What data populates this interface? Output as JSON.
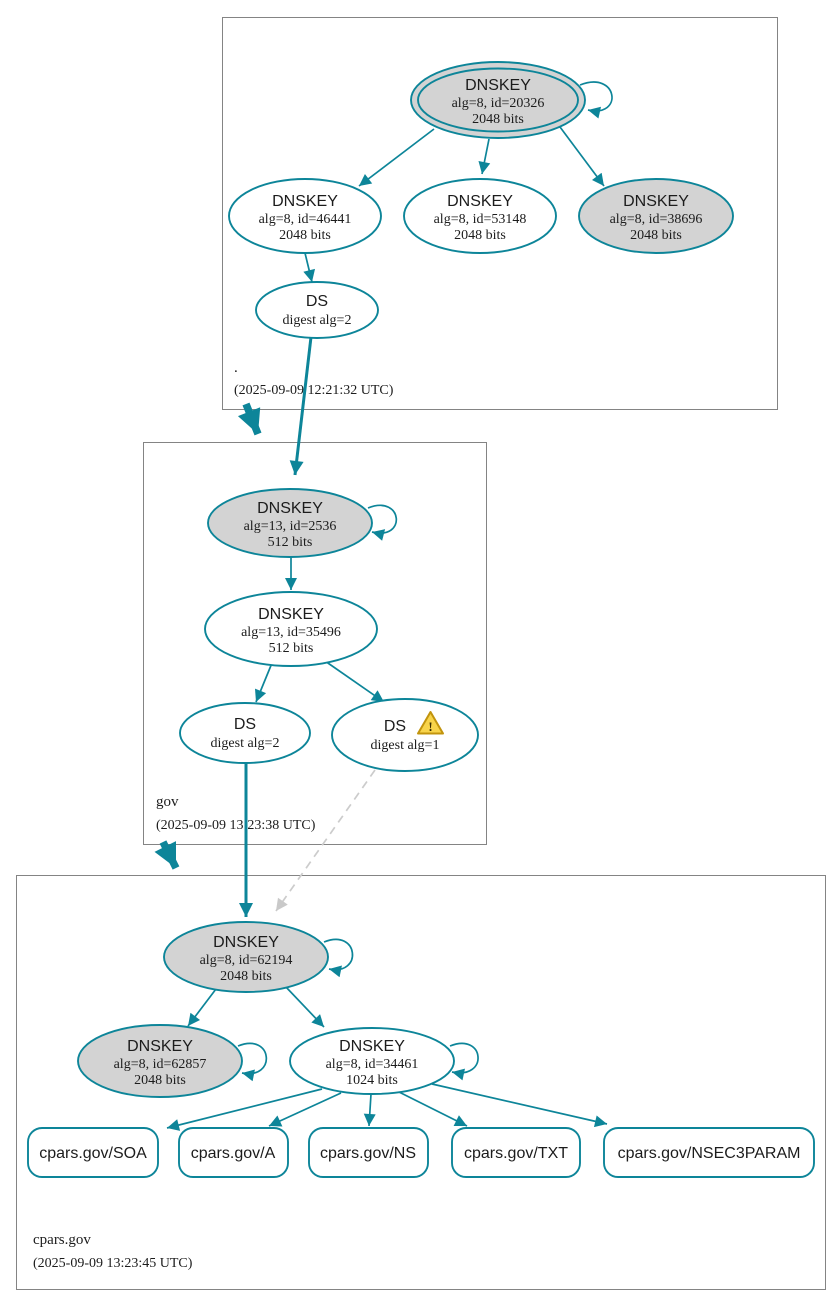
{
  "colors": {
    "secure_teal": "#0d8599",
    "key_fill_gray": "#d3d3d3",
    "box_border_gray": "#848484",
    "dashed_edge_gray": "#cccccc",
    "warning_yellow": "#f8d44b",
    "warning_border": "#c2940d"
  },
  "zones": [
    {
      "label": ".",
      "timestamp": "(2025-09-09 12:21:32 UTC)",
      "nodes": [
        {
          "type": "DNSKEY",
          "detail": "alg=8, id=20326",
          "size": "2048 bits",
          "style": "ksk-trust-anchor-gray-double"
        },
        {
          "type": "DNSKEY",
          "detail": "alg=8, id=46441",
          "size": "2048 bits",
          "style": "white"
        },
        {
          "type": "DNSKEY",
          "detail": "alg=8, id=53148",
          "size": "2048 bits",
          "style": "white"
        },
        {
          "type": "DNSKEY",
          "detail": "alg=8, id=38696",
          "size": "2048 bits",
          "style": "gray"
        },
        {
          "type": "DS",
          "detail": "digest alg=2"
        }
      ]
    },
    {
      "label": "gov",
      "timestamp": "(2025-09-09 13:23:38 UTC)",
      "nodes": [
        {
          "type": "DNSKEY",
          "detail": "alg=13, id=2536",
          "size": "512 bits",
          "style": "gray"
        },
        {
          "type": "DNSKEY",
          "detail": "alg=13, id=35496",
          "size": "512 bits",
          "style": "white"
        },
        {
          "type": "DS",
          "detail": "digest alg=2"
        },
        {
          "type": "DS",
          "detail": "digest alg=1",
          "warning_mark": "!"
        }
      ]
    },
    {
      "label": "cpars.gov",
      "timestamp": "(2025-09-09 13:23:45 UTC)",
      "nodes": [
        {
          "type": "DNSKEY",
          "detail": "alg=8, id=62194",
          "size": "2048 bits",
          "style": "gray"
        },
        {
          "type": "DNSKEY",
          "detail": "alg=8, id=62857",
          "size": "2048 bits",
          "style": "gray"
        },
        {
          "type": "DNSKEY",
          "detail": "alg=8, id=34461",
          "size": "1024 bits",
          "style": "white"
        }
      ],
      "rrsets": [
        {
          "label": "cpars.gov/SOA"
        },
        {
          "label": "cpars.gov/A"
        },
        {
          "label": "cpars.gov/NS"
        },
        {
          "label": "cpars.gov/TXT"
        },
        {
          "label": "cpars.gov/NSEC3PARAM"
        }
      ]
    }
  ]
}
